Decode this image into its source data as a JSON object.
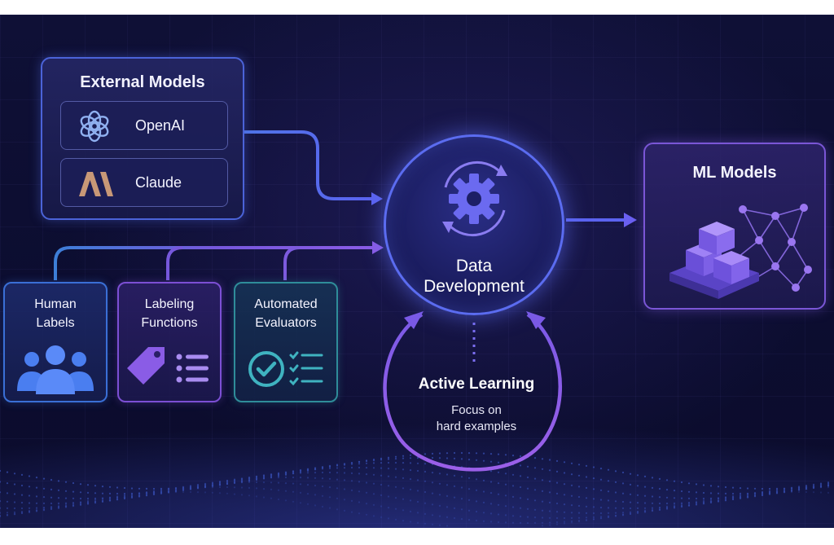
{
  "external_models": {
    "title": "External Models",
    "providers": [
      {
        "name": "OpenAI",
        "icon": "openai-logo-icon"
      },
      {
        "name": "Claude",
        "icon": "anthropic-logo-icon"
      }
    ]
  },
  "sources": [
    {
      "title_line1": "Human",
      "title_line2": "Labels",
      "icon": "people-icon",
      "color": "#3a6fd6"
    },
    {
      "title_line1": "Labeling",
      "title_line2": "Functions",
      "icon": "tag-list-icon",
      "color": "#7c4fd4"
    },
    {
      "title_line1": "Automated",
      "title_line2": "Evaluators",
      "icon": "check-list-icon",
      "color": "#2f8d9a"
    }
  ],
  "hub": {
    "title_line1": "Data",
    "title_line2": "Development",
    "icon": "gear-cycle-icon"
  },
  "ml_models": {
    "title": "ML Models",
    "icon": "cubes-network-icon"
  },
  "active_learning": {
    "title": "Active Learning",
    "subtitle_line1": "Focus on",
    "subtitle_line2": "hard examples"
  },
  "colors": {
    "accent_blue": "#4b63d8",
    "accent_purple": "#7a56d6",
    "hub_ring": "#5b6cf0",
    "loop": "#8c5fe0"
  }
}
